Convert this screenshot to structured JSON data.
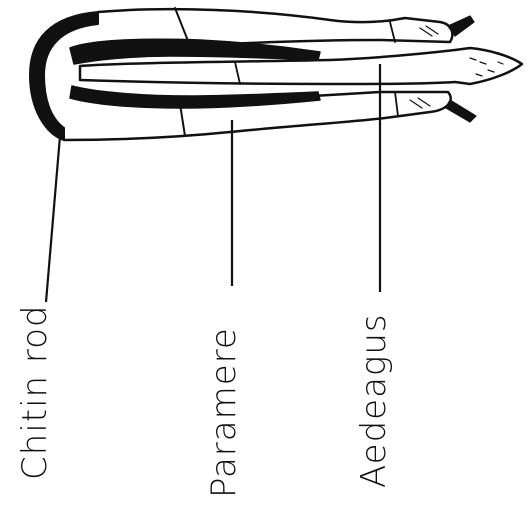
{
  "labels": {
    "chitin_rod": "Chitin rod",
    "paramere": "Paramere",
    "aedeagus": "Aedeagus"
  },
  "colors": {
    "ink": "#111111",
    "background": "#ffffff"
  }
}
